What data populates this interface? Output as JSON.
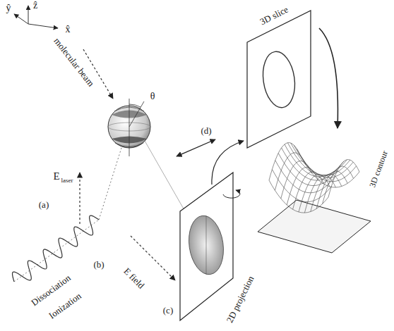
{
  "diagram": {
    "labels": [
      "ŷ",
      "ẑ",
      "x̂",
      "molecular beam",
      "E",
      "laser",
      "(a)",
      "Dissociation",
      "Ionization",
      "θ",
      "(b)",
      "E field",
      "(c)",
      "2D projection",
      "(d)",
      "3D slice",
      "3D contour"
    ]
  }
}
